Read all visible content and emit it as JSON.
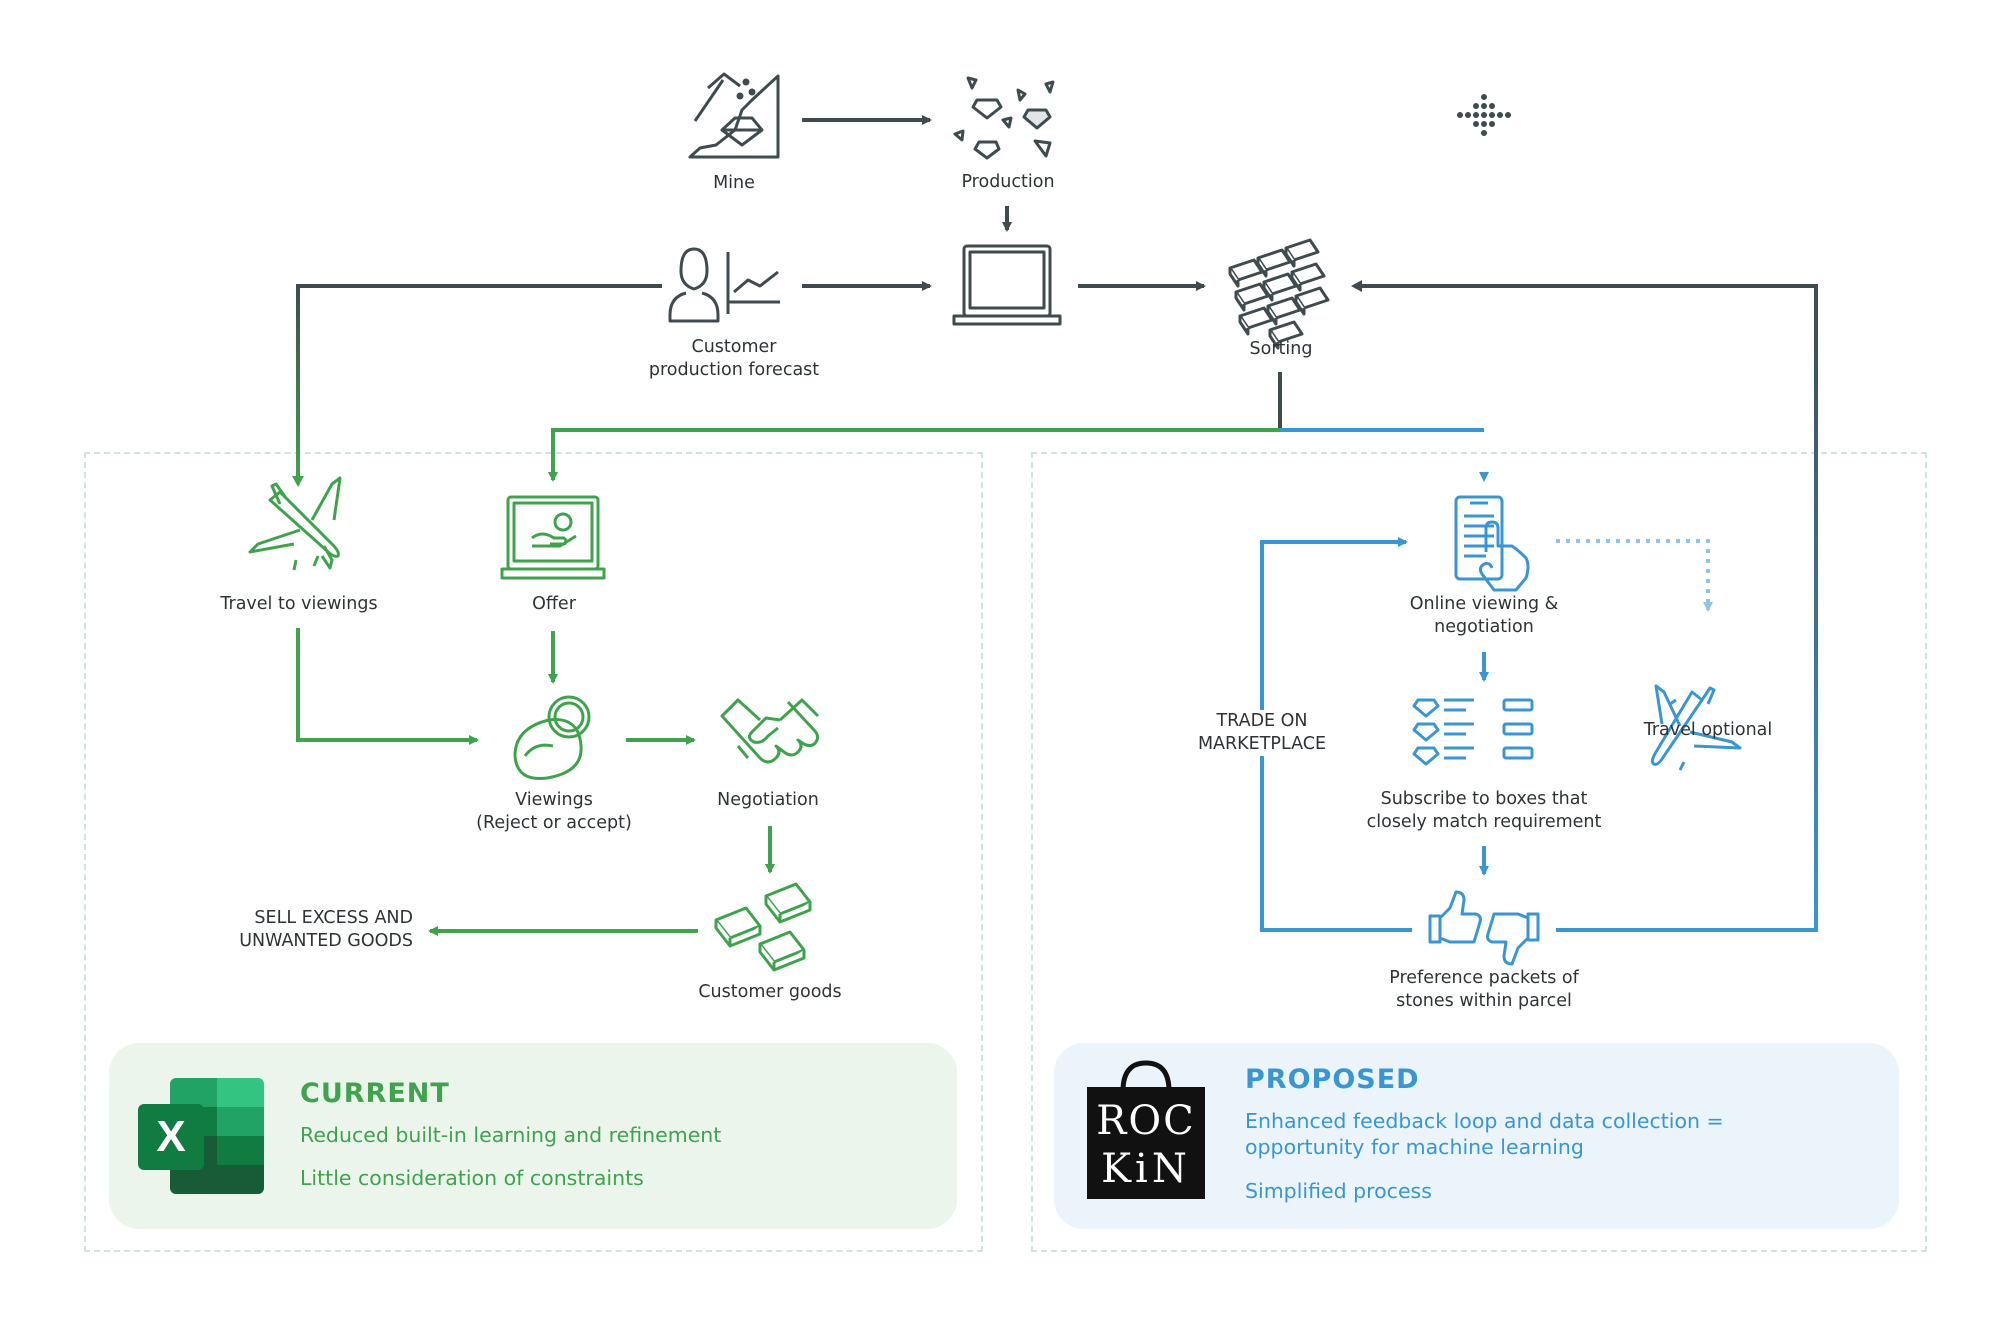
{
  "colors": {
    "dark": "#3f4b4f",
    "green": "#3fa34d",
    "blue": "#3a96d2",
    "light_blue": "#8cc5e8"
  },
  "nodes": {
    "mine": "Mine",
    "production": "Production",
    "forecast": "Customer\nproduction forecast",
    "sorting": "Sorting",
    "travel": "Travel to viewings",
    "offer": "Offer",
    "viewings": "Viewings\n(Reject or accept)",
    "negotiation": "Negotiation",
    "customer_goods": "Customer goods",
    "sell_excess": "SELL EXCESS AND\nUNWANTED GOODS",
    "online": "Online viewing &\nnegotiation",
    "subscribe": "Subscribe to boxes that\nclosely match requirement",
    "preference": "Preference packets of\nstones within parcel",
    "travel_optional": "Travel optional",
    "trade": "TRADE ON\nMARKETPLACE"
  },
  "current": {
    "title": "CURRENT",
    "lines": [
      "Reduced built-in learning and refinement",
      "Little consideration of constraints"
    ],
    "logo_letter": "X"
  },
  "proposed": {
    "title": "PROPOSED",
    "lines": [
      "Enhanced feedback loop and data collection =\nopportunity for machine learning",
      "Simplified process"
    ],
    "logo_text": [
      "ROC",
      "KiN"
    ]
  }
}
